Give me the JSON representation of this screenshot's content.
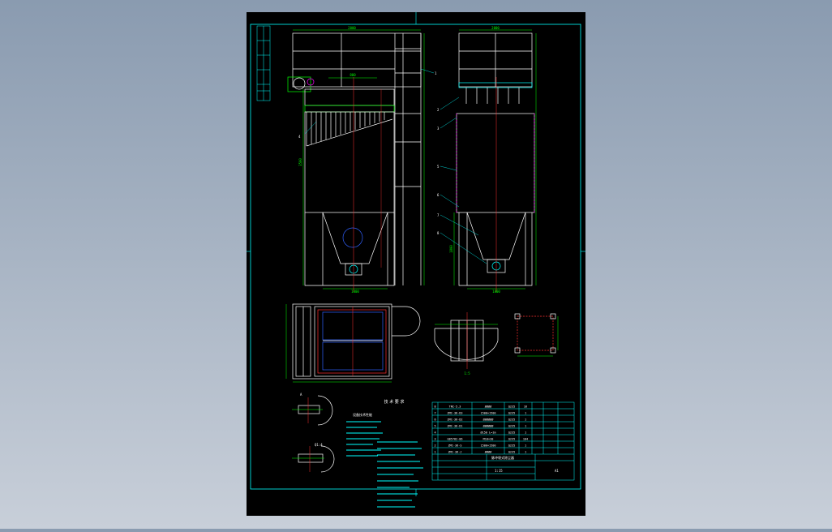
{
  "drawing": {
    "dims": {
      "top_width_front": "2000",
      "top_width_side": "2000",
      "inner_width": "800",
      "body_height": "3500",
      "hopper_height": "1800",
      "base_width_front": "1800",
      "base_width_side": "1800",
      "detail_a": "A",
      "detail_b": "Q1:4",
      "view_mark": "1:5"
    },
    "leaders": [
      "1",
      "2",
      "3",
      "4",
      "5",
      "6",
      "7",
      "8"
    ],
    "notes_title": "技 术 要 求",
    "notes_subtitle": "设备技术性能",
    "bom_rows": [
      [
        "8",
        "TNC-5.3",
        "ØØØØ",
        "Q235",
        "16",
        "",
        ""
      ],
      [
        "7",
        "ZMC-36-D3",
        "1500×1500",
        "Q235",
        "1",
        "",
        ""
      ],
      [
        "6",
        "ZMC-36-D2",
        "ØØØØØØ",
        "Q235",
        "1",
        "",
        ""
      ],
      [
        "5",
        "ZMC-36-D1",
        "ØØØØØØ",
        "Q235",
        "1",
        "",
        ""
      ],
      [
        "4",
        "",
        "Ø150 L=1m",
        "Q235",
        "1",
        "",
        ""
      ],
      [
        "3",
        "GB5782-86",
        "M10×30",
        "Q235",
        "104",
        "",
        ""
      ],
      [
        "2",
        "ZMC-36-S",
        "1500×1500",
        "Q235",
        "1",
        "",
        ""
      ],
      [
        "1",
        "ZMC-36-J",
        "ØØØØ",
        "Q235",
        "1",
        "",
        ""
      ]
    ],
    "title_block": {
      "name": "脉冲袋式除尘器",
      "scale": "1:15",
      "sheet": "A1"
    },
    "colors": {
      "background": "#000000",
      "frame": "#00ffff",
      "geometry": "#ffffff",
      "dimension": "#00ff00",
      "centerline": "#ff3030",
      "hidden": "#ffff00",
      "accent": "#ff00ff",
      "blue": "#3060ff"
    }
  }
}
